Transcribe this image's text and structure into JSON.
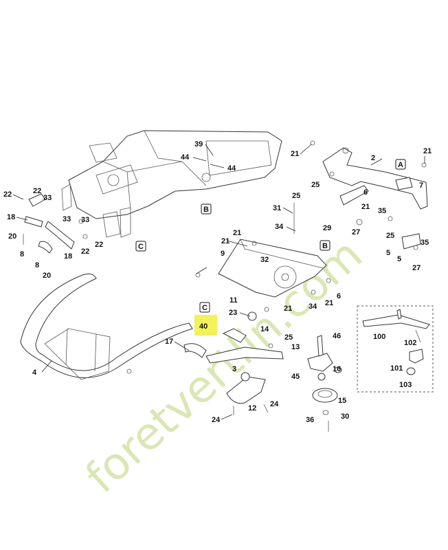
{
  "watermark": {
    "text": "foretvertlin.com",
    "color": "#c8dc8c"
  },
  "highlight": {
    "label": "40",
    "color": "#f2f25a"
  },
  "boxed_labels": [
    "A",
    "B",
    "B",
    "C",
    "C"
  ],
  "callouts": [
    "39",
    "44",
    "44",
    "22",
    "22",
    "33",
    "33",
    "33",
    "18",
    "20",
    "20",
    "8",
    "8",
    "18",
    "22",
    "22",
    "21",
    "2",
    "21",
    "25",
    "7",
    "25",
    "21",
    "6",
    "31",
    "29",
    "35",
    "34",
    "27",
    "25",
    "21",
    "32",
    "9",
    "21",
    "11",
    "23",
    "14",
    "21",
    "34",
    "21",
    "6",
    "35",
    "5",
    "27",
    "5",
    "17",
    "3",
    "12",
    "24",
    "24",
    "4",
    "25",
    "46",
    "13",
    "16",
    "45",
    "15",
    "36",
    "30",
    "100",
    "102",
    "101",
    "103"
  ],
  "colors": {
    "line": "#333333",
    "highlight": "#f2f25a",
    "watermark": "#c8dc8c"
  }
}
